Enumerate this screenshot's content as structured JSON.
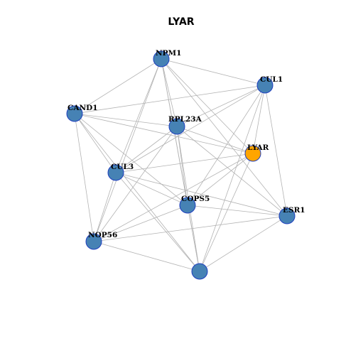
{
  "title": "LYAR",
  "colors": {
    "default_node": "#4682B4",
    "highlight_node": "#FFA500",
    "edge": "#B3B3B3",
    "node_border": "#1F3FBF"
  },
  "network": {
    "nodes": [
      {
        "id": "NPM1",
        "label": "NPM1",
        "highlight": false
      },
      {
        "id": "CUL1",
        "label": "CUL1",
        "highlight": false
      },
      {
        "id": "CAND1",
        "label": "CAND1",
        "highlight": false
      },
      {
        "id": "RPL23A",
        "label": "RPL23A",
        "highlight": false
      },
      {
        "id": "LYAR",
        "label": "LYAR",
        "highlight": true
      },
      {
        "id": "CUL3",
        "label": "CUL3",
        "highlight": false
      },
      {
        "id": "COPS5",
        "label": "COPS5",
        "highlight": false
      },
      {
        "id": "ESR1",
        "label": "ESR1",
        "highlight": false
      },
      {
        "id": "NOP56",
        "label": "NOP56",
        "highlight": false
      },
      {
        "id": "UNLABELED",
        "label": "",
        "highlight": false
      }
    ],
    "edges": [
      [
        "NPM1",
        "CUL1"
      ],
      [
        "NPM1",
        "CAND1"
      ],
      [
        "NPM1",
        "RPL23A"
      ],
      [
        "NPM1",
        "LYAR"
      ],
      [
        "NPM1",
        "CUL3"
      ],
      [
        "NPM1",
        "COPS5"
      ],
      [
        "NPM1",
        "ESR1"
      ],
      [
        "NPM1",
        "NOP56"
      ],
      [
        "NPM1",
        "UNLABELED"
      ],
      [
        "CUL1",
        "CAND1"
      ],
      [
        "CUL1",
        "RPL23A"
      ],
      [
        "CUL1",
        "LYAR"
      ],
      [
        "CUL1",
        "CUL3"
      ],
      [
        "CUL1",
        "COPS5"
      ],
      [
        "CUL1",
        "ESR1"
      ],
      [
        "CUL1",
        "UNLABELED"
      ],
      [
        "CAND1",
        "RPL23A"
      ],
      [
        "CAND1",
        "LYAR"
      ],
      [
        "CAND1",
        "CUL3"
      ],
      [
        "CAND1",
        "COPS5"
      ],
      [
        "CAND1",
        "NOP56"
      ],
      [
        "CAND1",
        "UNLABELED"
      ],
      [
        "RPL23A",
        "LYAR"
      ],
      [
        "RPL23A",
        "CUL3"
      ],
      [
        "RPL23A",
        "COPS5"
      ],
      [
        "RPL23A",
        "ESR1"
      ],
      [
        "RPL23A",
        "NOP56"
      ],
      [
        "RPL23A",
        "UNLABELED"
      ],
      [
        "LYAR",
        "CUL3"
      ],
      [
        "LYAR",
        "COPS5"
      ],
      [
        "LYAR",
        "NOP56"
      ],
      [
        "LYAR",
        "UNLABELED"
      ],
      [
        "CUL3",
        "COPS5"
      ],
      [
        "CUL3",
        "ESR1"
      ],
      [
        "CUL3",
        "NOP56"
      ],
      [
        "CUL3",
        "UNLABELED"
      ],
      [
        "COPS5",
        "ESR1"
      ],
      [
        "COPS5",
        "NOP56"
      ],
      [
        "COPS5",
        "UNLABELED"
      ],
      [
        "ESR1",
        "NOP56"
      ],
      [
        "ESR1",
        "UNLABELED"
      ],
      [
        "NOP56",
        "UNLABELED"
      ]
    ]
  }
}
